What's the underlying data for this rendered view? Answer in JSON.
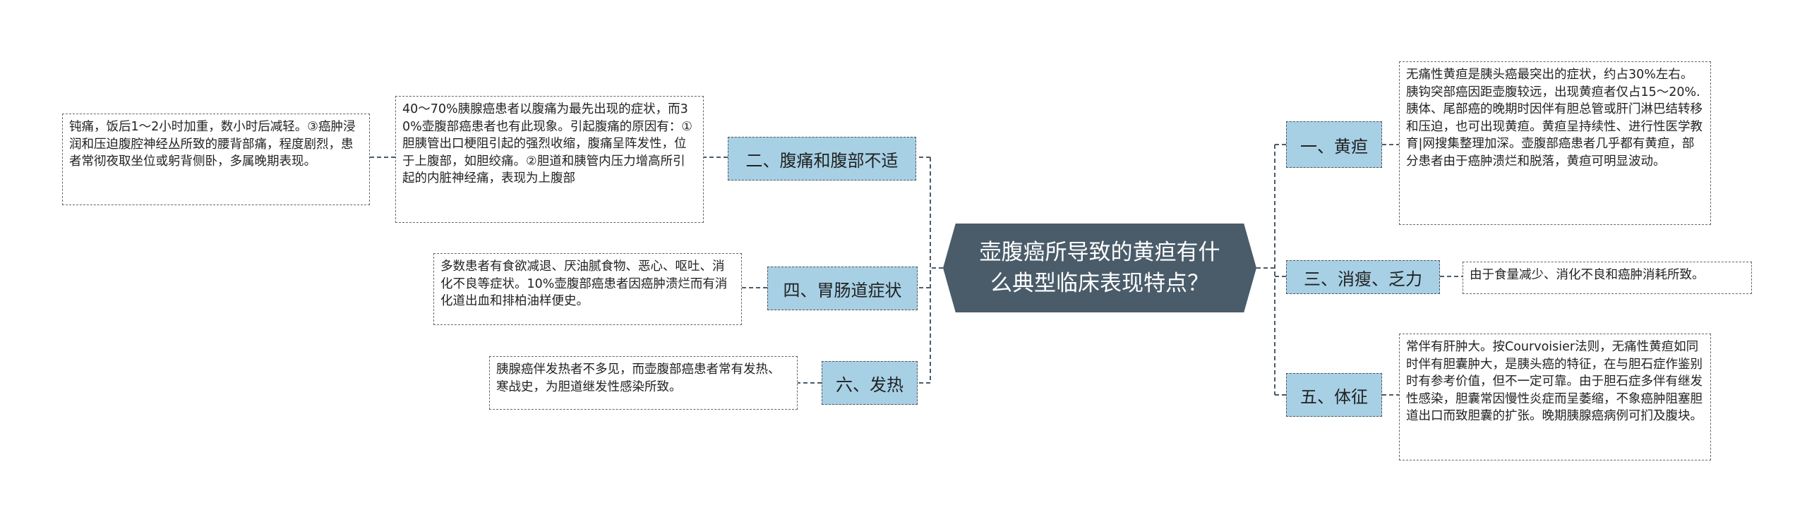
{
  "center": {
    "title": "壶腹癌所导致的黄疸有什么典型临床表现特点？"
  },
  "colors": {
    "center_bg": "#4a5c6a",
    "branch_bg": "#a7d0e5",
    "line": "#4a5c6a"
  },
  "branches": {
    "b1": {
      "label": "一、黄疸",
      "detail": "无痛性黄疸是胰头癌最突出的症状，约占30%左右。胰钩突部癌因距壶腹较远，出现黄疸者仅占15～20%.胰体、尾部癌的晚期时因伴有胆总管或肝门淋巴结转移和压迫，也可出现黄疸。黄疸呈持续性、进行性医学教育|网搜集整理加深。壶腹部癌患者几乎都有黄疸，部分患者由于癌肿溃烂和脱落，黄疸可明显波动。"
    },
    "b3": {
      "label": "三、消瘦、乏力",
      "detail": "由于食量减少、消化不良和癌肿消耗所致。"
    },
    "b5": {
      "label": "五、体征",
      "detail": "常伴有肝肿大。按Courvoisier法则，无痛性黄疸如同时伴有胆囊肿大，是胰头癌的特征，在与胆石症作鉴别时有参考价值，但不一定可靠。由于胆石症多伴有继发性感染，胆囊常因慢性炎症而呈萎缩，不象癌肿阻塞胆道出口而致胆囊的扩张。晚期胰腺癌病例可扪及腹块。"
    },
    "b2": {
      "label": "二、腹痛和腹部不适",
      "detail": "40～70%胰腺癌患者以腹痛为最先出现的症状，而30%壶腹部癌患者也有此现象。引起腹痛的原因有：①胆胰管出口梗阻引起的强烈收缩，腹痛呈阵发性，位于上腹部，如胆绞痛。②胆道和胰管内压力增高所引起的内脏神经痛，表现为上腹部",
      "detail2": "钝痛，饭后1～2小时加重，数小时后减轻。③癌肿浸润和压迫腹腔神经丛所致的腰背部痛，程度剧烈，患者常彻夜取坐位或躬背侧卧，多属晚期表现。"
    },
    "b4": {
      "label": "四、胃肠道症状",
      "detail": "多数患者有食欲减退、厌油腻食物、恶心、呕吐、消化不良等症状。10%壶腹部癌患者因癌肿溃烂而有消化道出血和排柏油样便史。"
    },
    "b6": {
      "label": "六、发热",
      "detail": "胰腺癌伴发热者不多见，而壶腹部癌患者常有发热、寒战史，为胆道继发性感染所致。"
    }
  }
}
